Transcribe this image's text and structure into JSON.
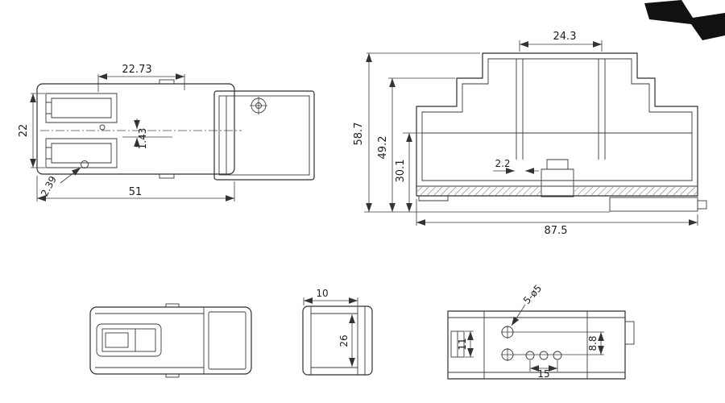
{
  "colors": {
    "background": "#ffffff",
    "line": "#2e2e2e",
    "dimension_text": "#1e1e1e",
    "corner_mark": "#111111"
  },
  "views": {
    "top": {
      "dims": {
        "slot_span": "22.73",
        "slot_height": "22",
        "center_offset": "1.43",
        "hole_diameter": "2.39",
        "body_length": "51"
      }
    },
    "front": {
      "dims": {
        "pin_spacing": "24.3",
        "overall_height": "58.7",
        "upper_height": "49.2",
        "lower_height": "30.1",
        "pin_width": "2.2",
        "overall_width": "87.5"
      }
    },
    "end": {
      "dims": {
        "front_depth": "10",
        "inner_height": "26"
      }
    },
    "bottom": {
      "dims": {
        "mount_holes": "5-ø5",
        "hole_pitch_vertical": "8.8",
        "slot_width": "11",
        "hole_pitch_horizontal": "15"
      }
    }
  }
}
